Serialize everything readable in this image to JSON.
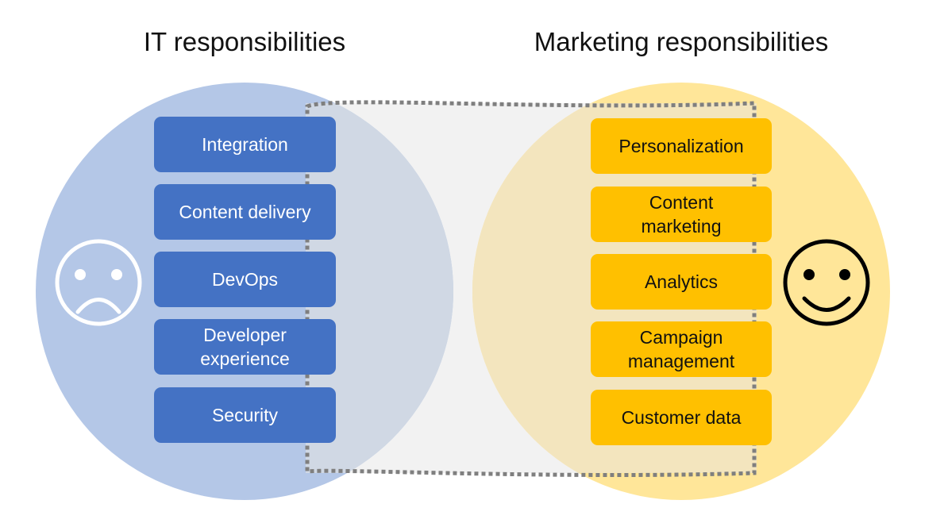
{
  "it": {
    "heading": "IT responsibilities",
    "items": [
      {
        "label": "Integration"
      },
      {
        "label": "Content delivery"
      },
      {
        "label": "DevOps"
      },
      {
        "label": "Developer\nexperience"
      },
      {
        "label": "Security"
      }
    ],
    "face_icon": "sad-face-icon"
  },
  "marketing": {
    "heading": "Marketing responsibilities",
    "items": [
      {
        "label": "Personalization"
      },
      {
        "label": "Content\nmarketing"
      },
      {
        "label": "Analytics"
      },
      {
        "label": "Campaign\nmanagement"
      },
      {
        "label": "Customer data"
      }
    ],
    "face_icon": "happy-face-icon"
  },
  "colors": {
    "it_circle": "#B4C7E7",
    "it_box": "#4472C4",
    "marketing_circle": "#FFE699",
    "marketing_box": "#FFC000",
    "overlap": "#F2F2F2",
    "dotted_border": "#7F7F7F"
  }
}
